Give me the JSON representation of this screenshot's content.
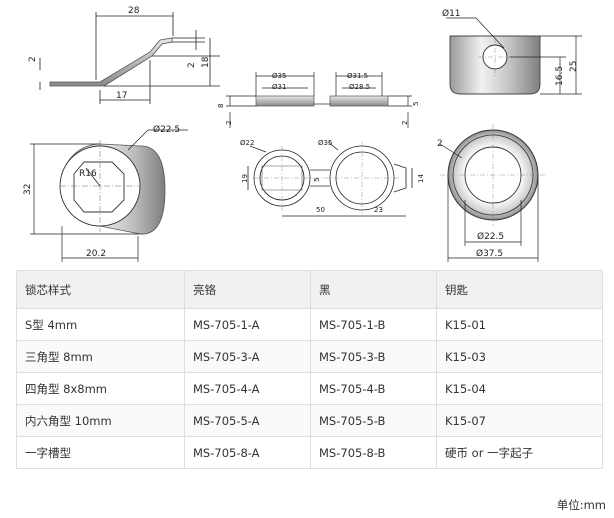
{
  "drawing": {
    "side_view": {
      "dim_width": "28",
      "dim_thickness": "2",
      "dim_step": "2",
      "dim_height": "18",
      "dim_base": "17"
    },
    "front_view": {
      "dim_dia": "Ø22.5",
      "dim_radius": "R16",
      "dim_height": "32",
      "dim_offset": "20.2"
    },
    "cap_side": {
      "dim_dia": "Ø11",
      "dim_height1": "16.5",
      "dim_height2": "25"
    },
    "cap_top": {
      "dim_thickness": "2",
      "dim_inner": "Ø22.5",
      "dim_outer": "Ø37.5"
    },
    "gasket_side": {
      "dim_d35": "Ø35",
      "dim_d31": "Ø31",
      "dim_d315": "Ø31.5",
      "dim_d285": "Ø28.5",
      "dim_h8": "8",
      "dim_h2": "2",
      "dim_h5": "5",
      "dim_h2b": "2"
    },
    "gasket_top": {
      "dim_d22": "Ø22",
      "dim_d35": "Ø35",
      "dim_h19": "19",
      "dim_h5": "5",
      "dim_h14": "14",
      "dim_w50": "50",
      "dim_w23": "23"
    }
  },
  "table": {
    "headers": [
      "锁芯样式",
      "亮铬",
      "黑",
      "钥匙"
    ],
    "rows": [
      [
        "S型 4mm",
        "MS-705-1-A",
        "MS-705-1-B",
        "K15-01"
      ],
      [
        "三角型 8mm",
        "MS-705-3-A",
        "MS-705-3-B",
        "K15-03"
      ],
      [
        "四角型 8x8mm",
        "MS-705-4-A",
        "MS-705-4-B",
        "K15-04"
      ],
      [
        "内六角型 10mm",
        "MS-705-5-A",
        "MS-705-5-B",
        "K15-07"
      ],
      [
        "一字槽型",
        "MS-705-8-A",
        "MS-705-8-B",
        "硬币 or 一字起子"
      ]
    ]
  },
  "unit_note": "单位:mm"
}
